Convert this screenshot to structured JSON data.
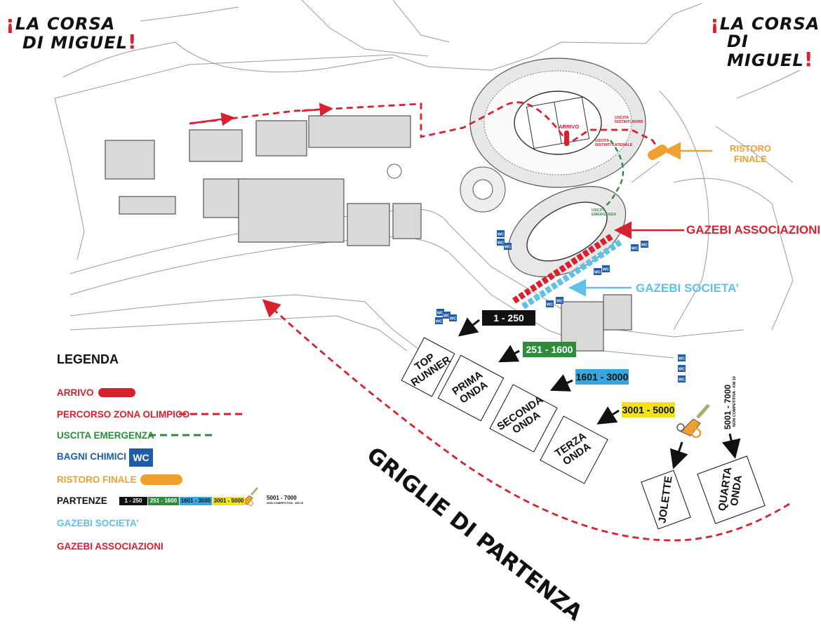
{
  "logo": {
    "line1": "LA CORSA",
    "line2": "DI MIGUEL",
    "mark": "¡",
    "mark_end": "!"
  },
  "map_labels": {
    "arrivo": "ARRIVO",
    "uscita_distinti_nord": "USCITA\nDISTINTI NORD",
    "uscita_distinti_laterale": "USCITA\nDISTINTI LATERALE",
    "uscita_emergenza": "USCITA\nEMERGENZA",
    "ristoro_finale": "RISTORO\nFINALE",
    "gazebi_associazioni": "GAZEBI ASSOCIAZIONI",
    "gazebi_societa": "GAZEBI SOCIETA’",
    "griglie": "GRIGLIE DI PARTENZA",
    "wc": "WC"
  },
  "start_groups": [
    {
      "range": "1 - 250",
      "bg": "#111111",
      "fg": "#ffffff"
    },
    {
      "range": "251 - 1600",
      "bg": "#2e8b3a",
      "fg": "#ffffff"
    },
    {
      "range": "1601 - 3000",
      "bg": "#3aa6df",
      "fg": "#111111"
    },
    {
      "range": "3001 - 5000",
      "bg": "#f5e11a",
      "fg": "#111111"
    },
    {
      "range": "5001 - 7000",
      "sub": "NON COMPETITIVA - KM 10"
    }
  ],
  "waves": [
    {
      "name": "TOP\nRUNNER"
    },
    {
      "name": "PRIMA\nONDA"
    },
    {
      "name": "SECONDA\nONDA"
    },
    {
      "name": "TERZA\nONDA"
    },
    {
      "name": "JOLETTE"
    },
    {
      "name": "QUARTA\nONDA"
    }
  ],
  "legend": {
    "title": "LEGENDA",
    "items": [
      {
        "label": "ARRIVO",
        "color": "#d8202f"
      },
      {
        "label": "PERCORSO ZONA OLIMPICO",
        "color": "#d8202f"
      },
      {
        "label": "USCITA EMERGENZA",
        "color": "#2e8b3a"
      },
      {
        "label": "BAGNI CHIMICI",
        "color": "#1f5da8"
      },
      {
        "label": "RISTORO FINALE",
        "color": "#f0a030"
      },
      {
        "label": "PARTENZE",
        "color": "#111111"
      },
      {
        "label": "GAZEBI SOCIETA’",
        "color": "#5fc0e8"
      },
      {
        "label": "GAZEBI ASSOCIAZIONI",
        "color": "#d8202f"
      }
    ]
  },
  "colors": {
    "red": "#d8202f",
    "green": "#2e8b3a",
    "blue": "#1f5da8",
    "orange": "#f0a030",
    "lightblue": "#5fc0e8"
  }
}
